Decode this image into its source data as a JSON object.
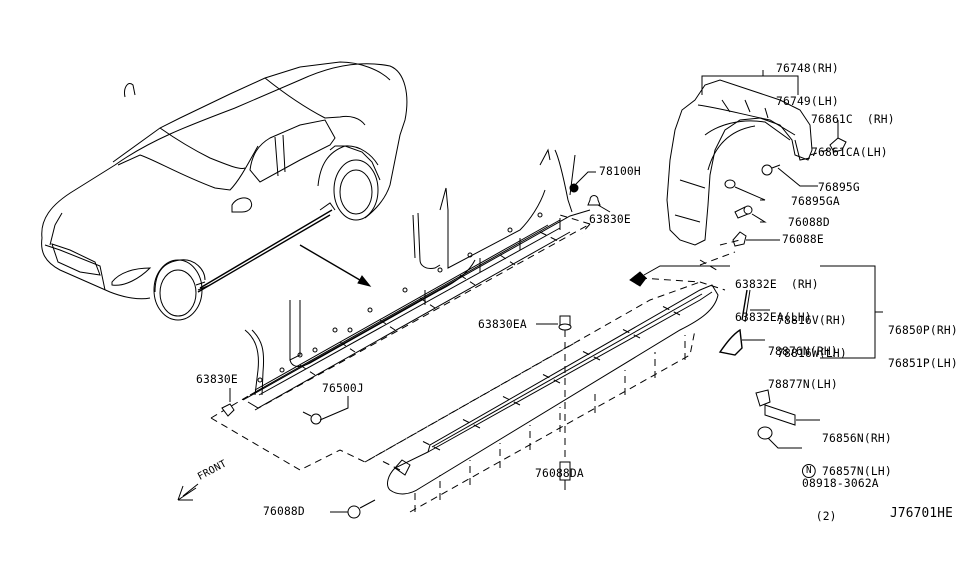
{
  "diagram": {
    "title": "Body Side Sill / Fender Protector Parts Diagram",
    "diagram_code": "J76701HE",
    "direction_label": "FRONT"
  },
  "labels": {
    "wheel_house_protector": {
      "rh": "76748(RH)",
      "lh": "76749(LH)"
    },
    "protector_clip": {
      "rh": "76861C  (RH)",
      "lh": "76861CA(LH)"
    },
    "grommet_78100h": "78100H",
    "clip_63830e_top": "63830E",
    "clip_63830e_left": "63830E",
    "clip_63830ea": "63830EA",
    "screw_76895g": "76895G",
    "clip_76895ga": "76895GA",
    "screw_76088d_right": "76088D",
    "clip_76088e": "76088E",
    "seal_63832e": {
      "rh": "63832E  (RH)",
      "lh": "63832EA(LH)"
    },
    "garnish_78816": {
      "rh": "78816V(RH)",
      "lh": "78816W(LH)"
    },
    "mudguard_78876": {
      "rh": "78876N(RH)",
      "lh": "78877N(LH)"
    },
    "sill_cover_76850p": {
      "rh": "76850P(RH)",
      "lh": "76851P(LH)"
    },
    "bracket_76500j": "76500J",
    "bolt_76088da": "76088DA",
    "screw_76088d_left": "76088D",
    "bracket_76856n": {
      "rh": "76856N(RH)",
      "lh": "76857N(LH)"
    },
    "nut_08918": {
      "prefix": "N",
      "part": "08918-3062A",
      "qty": "(2)"
    }
  }
}
